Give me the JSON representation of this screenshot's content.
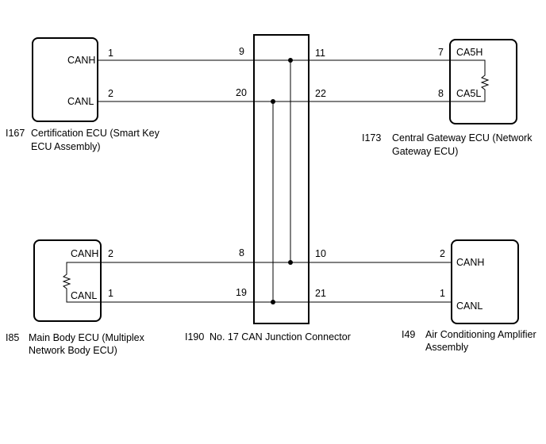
{
  "ecus": {
    "cert": {
      "code": "I167",
      "name_line1": "Certification ECU (Smart Key",
      "name_line2": "ECU Assembly)",
      "pins": [
        {
          "signal": "CANH",
          "pin": "1"
        },
        {
          "signal": "CANL",
          "pin": "2"
        }
      ]
    },
    "gateway": {
      "code": "I173",
      "name_line1": "Central Gateway ECU (Network",
      "name_line2": "Gateway ECU)",
      "pins": [
        {
          "signal": "CA5H",
          "pin": "7"
        },
        {
          "signal": "CA5L",
          "pin": "8"
        }
      ]
    },
    "mainbody": {
      "code": "I85",
      "name_line1": "Main Body ECU (Multiplex",
      "name_line2": "Network Body ECU)",
      "pins": [
        {
          "signal": "CANH",
          "pin": "2"
        },
        {
          "signal": "CANL",
          "pin": "1"
        }
      ]
    },
    "aircon": {
      "code": "I49",
      "name_line1": "Air Conditioning Amplifier",
      "name_line2": "Assembly",
      "pins": [
        {
          "signal": "CANH",
          "pin": "2"
        },
        {
          "signal": "CANL",
          "pin": "1"
        }
      ]
    }
  },
  "connector": {
    "code": "I190",
    "name": "No. 17 CAN Junction Connector",
    "pins_left": [
      "9",
      "20",
      "8",
      "19"
    ],
    "pins_right": [
      "11",
      "22",
      "10",
      "21"
    ]
  }
}
